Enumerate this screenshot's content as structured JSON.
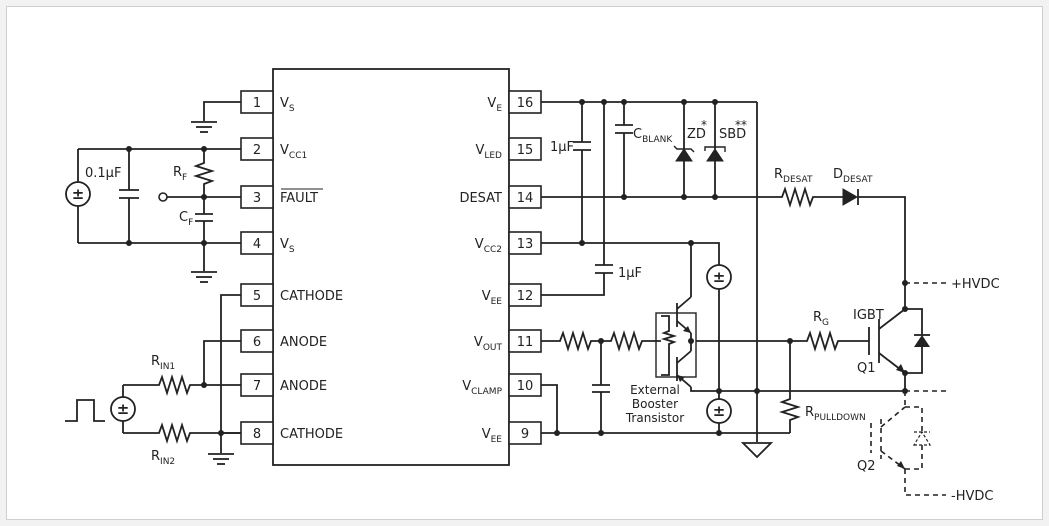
{
  "ic": {
    "left_pins": [
      {
        "num": "1",
        "label": "V",
        "sub": "S"
      },
      {
        "num": "2",
        "label": "V",
        "sub": "CC1"
      },
      {
        "num": "3",
        "label": "FAULT",
        "sub": ""
      },
      {
        "num": "4",
        "label": "V",
        "sub": "S"
      },
      {
        "num": "5",
        "label": "CATHODE",
        "sub": ""
      },
      {
        "num": "6",
        "label": "ANODE",
        "sub": ""
      },
      {
        "num": "7",
        "label": "ANODE",
        "sub": ""
      },
      {
        "num": "8",
        "label": "CATHODE",
        "sub": ""
      }
    ],
    "right_pins": [
      {
        "num": "16",
        "label": "V",
        "sub": "E"
      },
      {
        "num": "15",
        "label": "V",
        "sub": "LED"
      },
      {
        "num": "14",
        "label": "DESAT",
        "sub": ""
      },
      {
        "num": "13",
        "label": "V",
        "sub": "CC2"
      },
      {
        "num": "12",
        "label": "V",
        "sub": "EE"
      },
      {
        "num": "11",
        "label": "V",
        "sub": "OUT"
      },
      {
        "num": "10",
        "label": "V",
        "sub": "CLAMP"
      },
      {
        "num": "9",
        "label": "V",
        "sub": "EE"
      }
    ]
  },
  "labels": {
    "cap_01uF": "0.1µF",
    "rf_main": "R",
    "rf_sub": "F",
    "cf_main": "C",
    "cf_sub": "F",
    "rin1_main": "R",
    "rin1_sub": "IN1",
    "rin2_main": "R",
    "rin2_sub": "IN2",
    "cap_1uF_a": "1µF",
    "cap_1uF_b": "1µF",
    "cblank_main": "C",
    "cblank_sub": "BLANK",
    "zd": "ZD",
    "zd_star": "*",
    "sbd": "SBD",
    "sbd_star": "**",
    "rdesat_main": "R",
    "rdesat_sub": "DESAT",
    "ddesat_main": "D",
    "ddesat_sub": "DESAT",
    "rg_main": "R",
    "rg_sub": "G",
    "igbt": "IGBT",
    "q1": "Q1",
    "q2": "Q2",
    "hvdc_pos": "+HVDC",
    "hvdc_neg": "-HVDC",
    "rpulldown_main": "R",
    "rpulldown_sub": "PULLDOWN",
    "booster_1": "External",
    "booster_2": "Booster",
    "booster_3": "Transistor"
  }
}
